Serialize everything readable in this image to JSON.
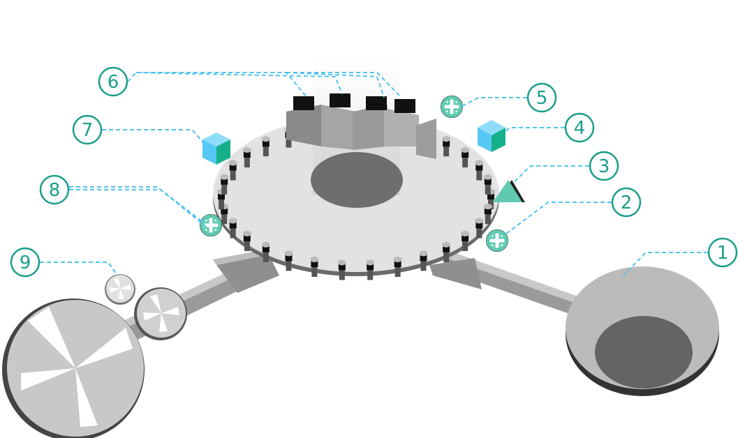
{
  "colors": {
    "teal": "#1a9e8a",
    "dash": "#4fc3f0",
    "cube": "#56c8f5",
    "cube_side": "#15b08a",
    "disk": "#dcdcdc"
  },
  "callouts": [
    {
      "number": "1",
      "target": "output-bowl"
    },
    {
      "number": "2",
      "target": "sensor-right-lower"
    },
    {
      "number": "3",
      "target": "triangle-marker"
    },
    {
      "number": "4",
      "target": "cube-right"
    },
    {
      "number": "5",
      "target": "sensor-top-right"
    },
    {
      "number": "6",
      "target": "stations"
    },
    {
      "number": "7",
      "target": "cube-left"
    },
    {
      "number": "8",
      "target": "sensor-left"
    },
    {
      "number": "9",
      "target": "small-reels"
    }
  ]
}
